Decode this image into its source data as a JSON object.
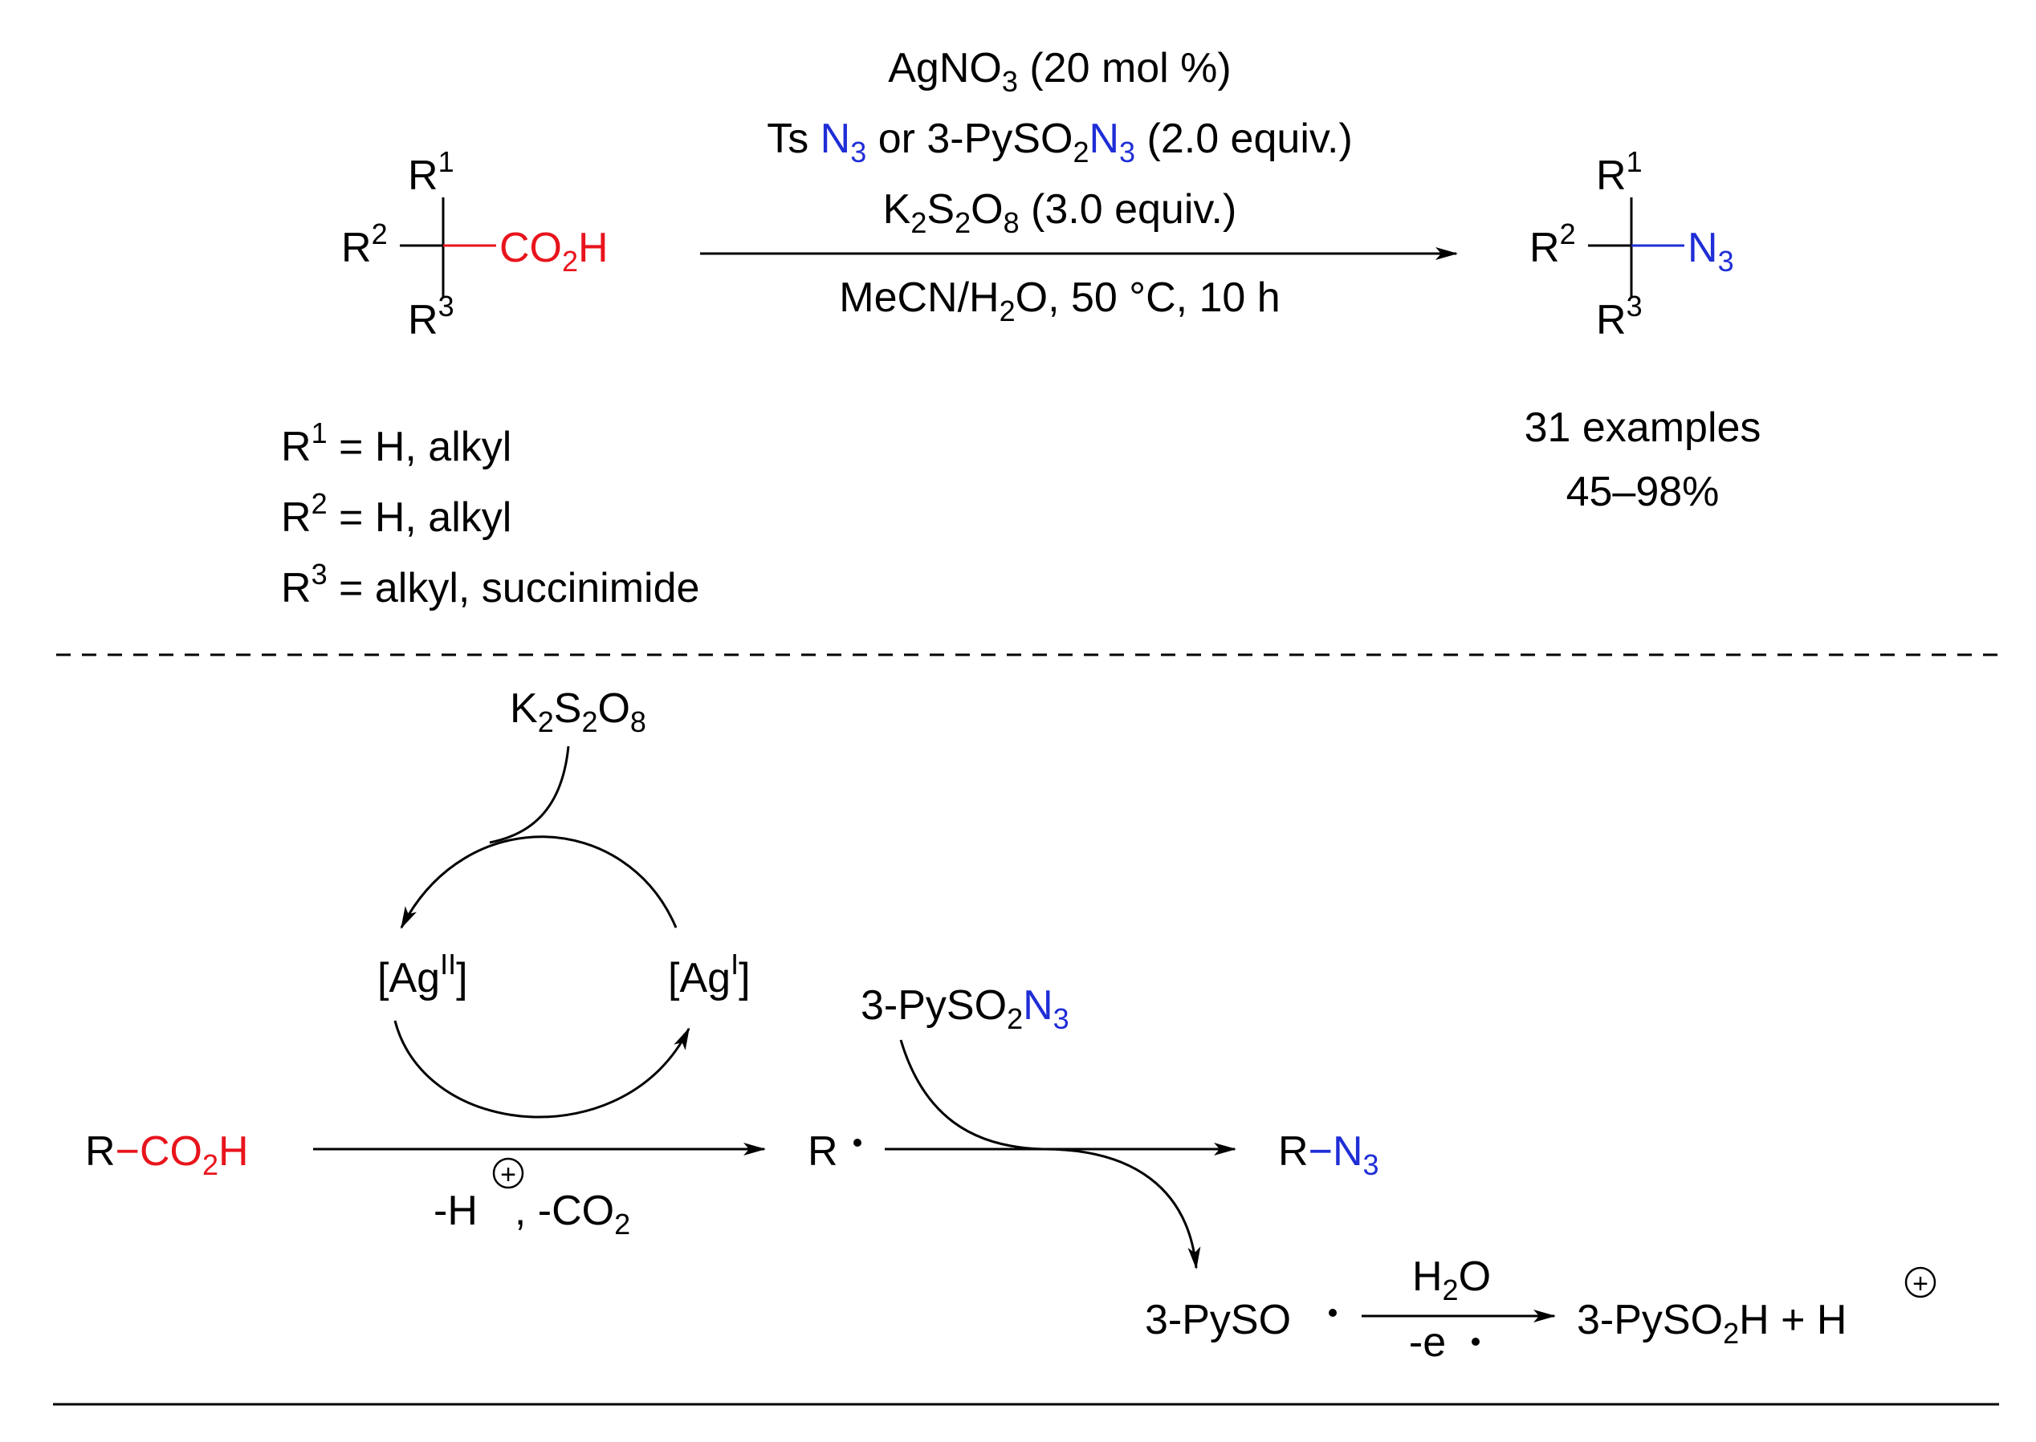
{
  "colors": {
    "acid": "#e8141c",
    "azide": "#1f2ed6",
    "ink": "#000000"
  },
  "reaction": {
    "conditions_above": [
      "AgNO",
      "3",
      " (20 mol %)"
    ],
    "conditions_line2_ts": "Ts",
    "conditions_line2_n": "N",
    "conditions_line2_3": "3",
    "conditions_line2_rest": " or 3-PySO",
    "conditions_line2_sub2": "2",
    "conditions_line2_n2": "N",
    "conditions_line2_sub3": "3",
    "conditions_line2_equiv": " (2.0 equiv.)",
    "conditions_line3": {
      "k": "K",
      "k2": "2",
      "s": "S",
      "s2": "2",
      "o": "O",
      "o8": "8",
      "rest": " (3.0 equiv.)"
    },
    "conditions_below": {
      "a": "MeCN/H",
      "sub": "2",
      "b": "O, 50 °C, 10 h"
    },
    "substrate": {
      "R": "R",
      "r1": "1",
      "r2": "2",
      "r3": "3",
      "co2h_a": "CO",
      "co2h_sub": "2",
      "co2h_b": "H"
    },
    "product": {
      "R": "R",
      "r1": "1",
      "r2": "2",
      "r3": "3",
      "n": "N",
      "n3": "3"
    },
    "scope": [
      {
        "R": "R",
        "sup": "1",
        "text": " = H, alkyl"
      },
      {
        "R": "R",
        "sup": "2",
        "text": " = H, alkyl"
      },
      {
        "R": "R",
        "sup": "3",
        "text": " = alkyl, succinimide"
      }
    ],
    "examples": "31 examples",
    "yield": "45–98%"
  },
  "mechanism": {
    "oxidant": {
      "k": "K",
      "k2": "2",
      "s": "S",
      "s2": "2",
      "o": "O",
      "o8": "8"
    },
    "ag2": {
      "open": "[Ag",
      "sup": "II",
      "close": "]"
    },
    "ag1": {
      "open": "[Ag",
      "sup": "I",
      "close": "]"
    },
    "start": {
      "r": "R",
      "dash": "−",
      "co2h_a": "CO",
      "co2h_sub": "2",
      "co2h_b": "H"
    },
    "under_arrow1": {
      "a": "-H",
      "plus": "+",
      "b": ", -CO",
      "sub": "2"
    },
    "radical": "R",
    "reagent": {
      "a": "3-PySO",
      "sub": "2",
      "n": "N",
      "n3": "3"
    },
    "product": {
      "r": "R",
      "dash": "−",
      "n": "N",
      "n3": "3"
    },
    "sulfonyl": "3-PySO",
    "above_arrow3": {
      "a": "H",
      "sub": "2",
      "b": "O"
    },
    "below_arrow3": "-e",
    "final": {
      "a": "3-PySO",
      "sub": "2",
      "b": "H + H",
      "plus": "+"
    }
  }
}
